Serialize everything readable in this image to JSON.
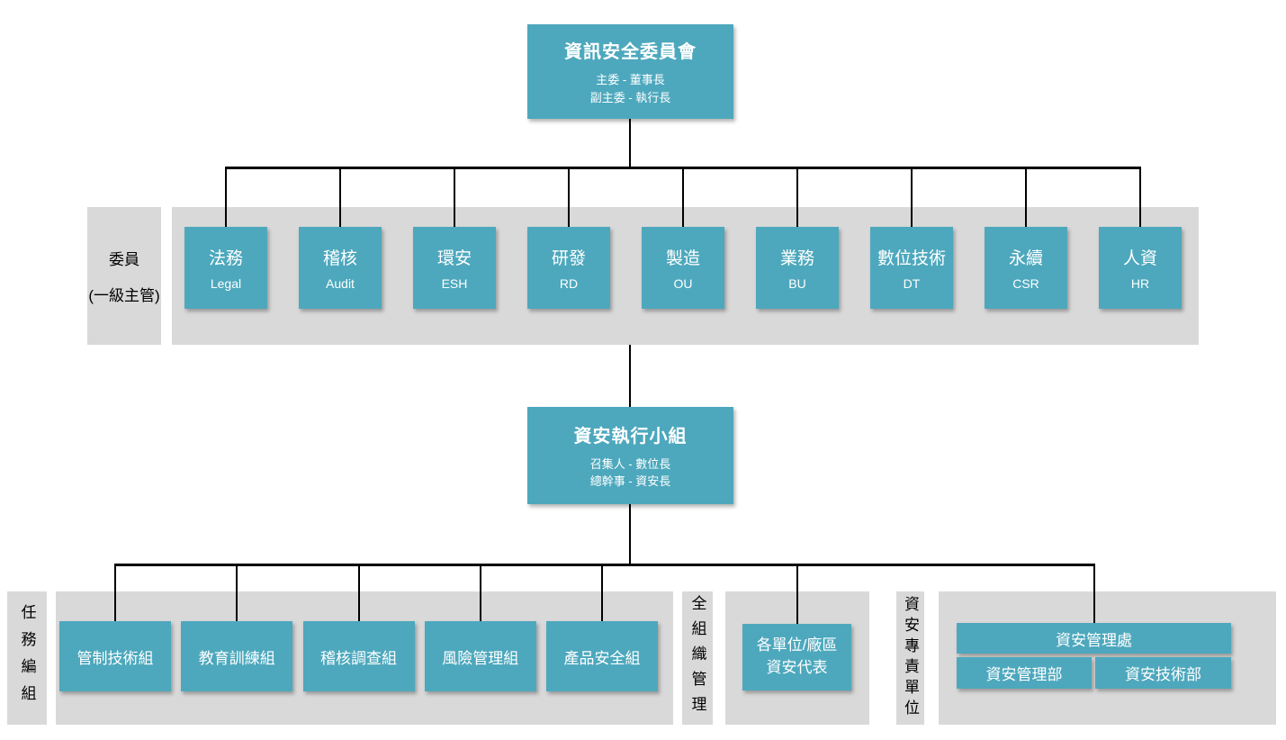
{
  "colors": {
    "box_teal": "#4DA8BD",
    "band_gray": "#D9D9D9",
    "line_black": "#000000",
    "box_text": "#ffffff"
  },
  "committee_box": {
    "title": "資訊安全委員會",
    "subtitle1": "主委 - 董事長",
    "subtitle2": "副主委 - 執行長"
  },
  "members_section": {
    "label_line1": "委員",
    "label_line2": "(一級主管)",
    "departments": [
      {
        "zh": "法務",
        "en": "Legal"
      },
      {
        "zh": "稽核",
        "en": "Audit"
      },
      {
        "zh": "環安",
        "en": "ESH"
      },
      {
        "zh": "研發",
        "en": "RD"
      },
      {
        "zh": "製造",
        "en": "OU"
      },
      {
        "zh": "業務",
        "en": "BU"
      },
      {
        "zh": "數位技術",
        "en": "DT"
      },
      {
        "zh": "永續",
        "en": "CSR"
      },
      {
        "zh": "人資",
        "en": "HR"
      }
    ]
  },
  "executive_box": {
    "title": "資安執行小組",
    "subtitle1": "召集人 - 數位長",
    "subtitle2": "總幹事 - 資安長"
  },
  "task_section": {
    "label": "任務編組",
    "groups": [
      "管制技術組",
      "教育訓練組",
      "稽核調查組",
      "風險管理組",
      "產品安全組"
    ]
  },
  "org_wide_section": {
    "label": "全組織管理",
    "box_line1": "各單位/廠區",
    "box_line2": "資安代表"
  },
  "dedicated_section": {
    "label": "資安專責單位",
    "division": "資安管理處",
    "departments": [
      "資安管理部",
      "資安技術部"
    ]
  }
}
